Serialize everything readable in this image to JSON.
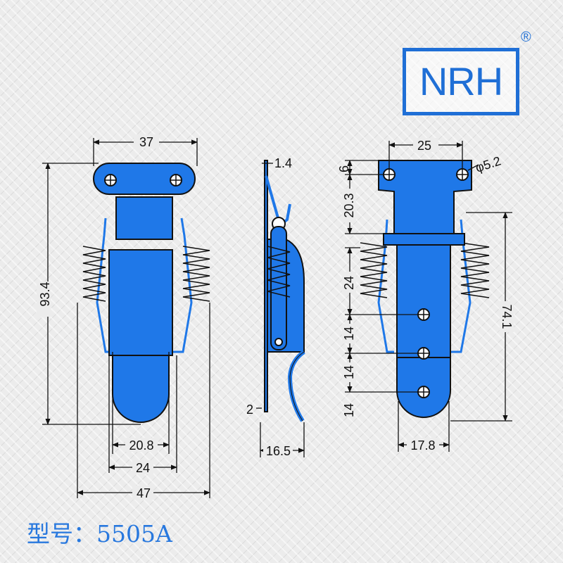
{
  "logo": {
    "brand": "NRH",
    "registered_mark": "®"
  },
  "model": {
    "label": "型号：",
    "number": "5505A"
  },
  "front_view": {
    "dims": {
      "top_width": "37",
      "height": "93.4",
      "body_width": "20.8",
      "inner_width": "24",
      "overall_width": "47"
    }
  },
  "side_view": {
    "dims": {
      "thickness_top": "1.4",
      "thickness_bottom": "2",
      "depth": "16.5"
    }
  },
  "back_view": {
    "dims": {
      "hole_spacing": "25",
      "hole_dia": "φ5.2",
      "hole_offset": "6",
      "plate_height": "20.3",
      "spring_len": "24",
      "pitch_1": "14",
      "pitch_2": "14",
      "pitch_3": "14",
      "total_height": "74.1",
      "tab_width": "17.8"
    }
  },
  "colors": {
    "part_blue": "#1f78e8",
    "line": "#111111",
    "logo_blue": "#1f6fd6"
  }
}
